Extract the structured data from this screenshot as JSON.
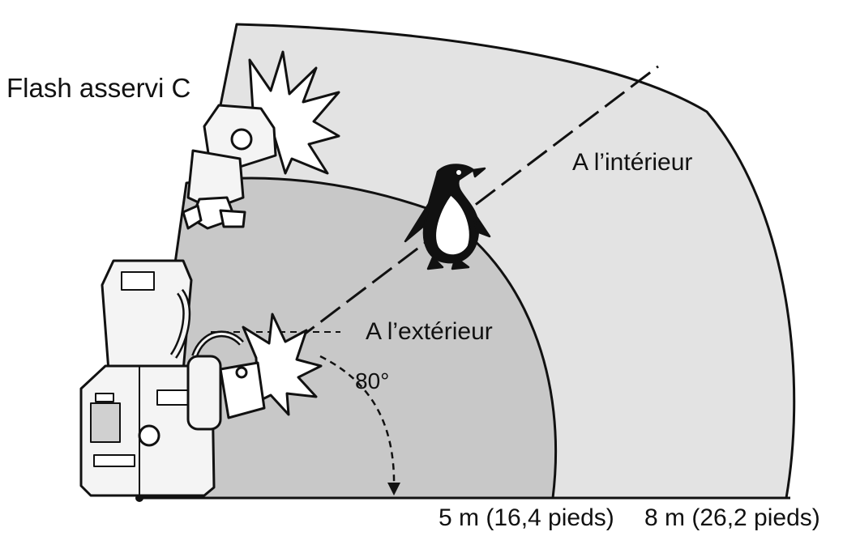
{
  "labels": {
    "slave_flash": "Flash asservi C",
    "indoor": "A l’intérieur",
    "outdoor": "A l’extérieur",
    "angle": "80°",
    "distance_outdoor": "5 m (16,4 pieds)",
    "distance_indoor": "8 m (26,2 pieds)"
  },
  "colors": {
    "indoor_zone": "#e3e3e3",
    "outdoor_zone": "#c8c8c8",
    "line": "#111111",
    "device_fill": "#f4f4f4"
  },
  "icons": [
    "slave-flash-icon",
    "camera-icon",
    "macro-ring-flash-icon",
    "penguin-icon",
    "flash-burst-icon"
  ]
}
